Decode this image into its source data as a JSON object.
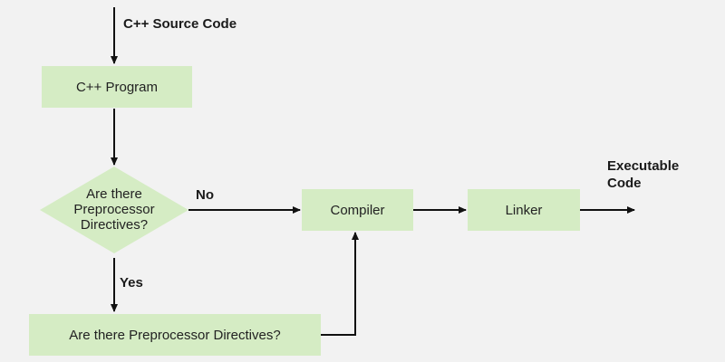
{
  "colors": {
    "background": "#f2f2f2",
    "node_fill": "#d5ecc4",
    "arrow": "#111111",
    "text": "#222222"
  },
  "labels": {
    "source": "C++ Source Code",
    "no": "No",
    "yes": "Yes",
    "executable_line1": "Executable",
    "executable_line2": "Code"
  },
  "nodes": {
    "program": "C++ Program",
    "decision_line1": "Are there",
    "decision_line2": "Preprocessor",
    "decision_line3": "Directives?",
    "preprocessor": "Are there Preprocessor Directives?",
    "compiler": "Compiler",
    "linker": "Linker"
  }
}
